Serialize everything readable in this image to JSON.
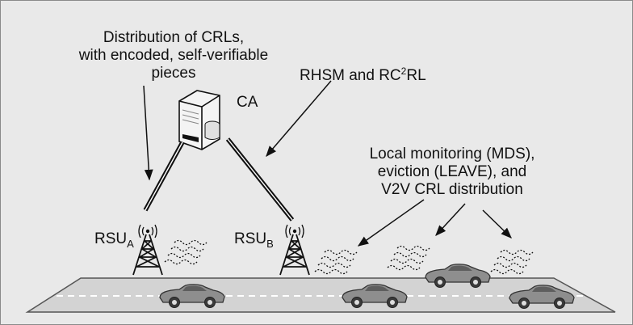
{
  "labels": {
    "crl_distribution": [
      "Distribution of CRLs,",
      "with encoded, self-verifiable",
      "pieces"
    ],
    "rhsm_prefix": "RHSM and RC",
    "rhsm_sup": "2",
    "rhsm_suffix": "RL",
    "ca": "CA",
    "local_monitoring": [
      "Local monitoring (MDS),",
      "eviction (LEAVE), and",
      "V2V CRL distribution"
    ],
    "rsu_a_base": "RSU",
    "rsu_a_sub": "A",
    "rsu_b_base": "RSU",
    "rsu_b_sub": "B"
  },
  "colors": {
    "background": "#e9e9e9",
    "road": "#d3d3d3",
    "car": "#8e8e8e",
    "ink": "#111111"
  },
  "icons": [
    "server-icon",
    "antenna-tower-icon",
    "radio-waves-icon",
    "car-icon",
    "arrow-icon"
  ]
}
